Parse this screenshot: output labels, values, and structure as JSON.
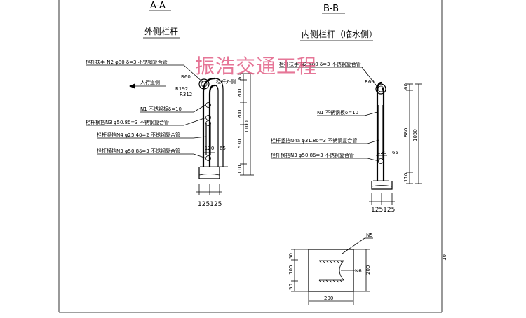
{
  "section_aa": {
    "heading": "A-A",
    "title": "外侧栏杆",
    "callouts": {
      "handrail": "栏杆扶手 N2 φ80 δ=3 不锈钢复合管",
      "pedestrian_side": "人行道侧",
      "outer_rail": "栏杆外侧",
      "n1": "N1 不锈钢板δ=10",
      "rail_n3_top": "栏杆横挡N3 φ50.8δ=3 不锈钢复合管",
      "rail_n4": "栏杆竖挡N4 φ25.4δ=2 不锈钢复合管",
      "rail_n3_bottom": "栏杆横挡N3 φ50.8δ=3 不锈钢复合管"
    },
    "radii": [
      "R60",
      "R192",
      "R312"
    ],
    "dims_left": [
      "60",
      "200",
      "200",
      "530",
      "110"
    ],
    "dim_total": "1100",
    "dim_120": "120",
    "dim_65": "65",
    "base_dim": "125125"
  },
  "section_bb": {
    "heading": "B-B",
    "title": "内侧栏杆（临水侧）",
    "callouts": {
      "handrail": "栏杆扶手 N2 φ80 δ=3 不锈钢复合管",
      "n1": "N1 不锈钢板δ=10",
      "rail_n4a": "栏杆竖挡N4a φ31.8δ=3 不锈钢复合管",
      "rail_n3": "栏杆横挡N3 φ50.8δ=3 不锈钢复合管"
    },
    "radius": "R60",
    "dims_left": [
      "60",
      "880",
      "110"
    ],
    "dim_total": "1050",
    "dim_120": "120",
    "dim_65": "65",
    "base_dim": "125125"
  },
  "plate_detail": {
    "label_n5": "N5",
    "label_n6": "N6",
    "dims_left": [
      "50",
      "100",
      "50"
    ],
    "dim_right": "200",
    "dim_bottom": "200"
  },
  "edge_mark": "10",
  "watermark": "振浩交通工程",
  "colors": {
    "watermark": "#e25f86",
    "line": "#000000"
  }
}
